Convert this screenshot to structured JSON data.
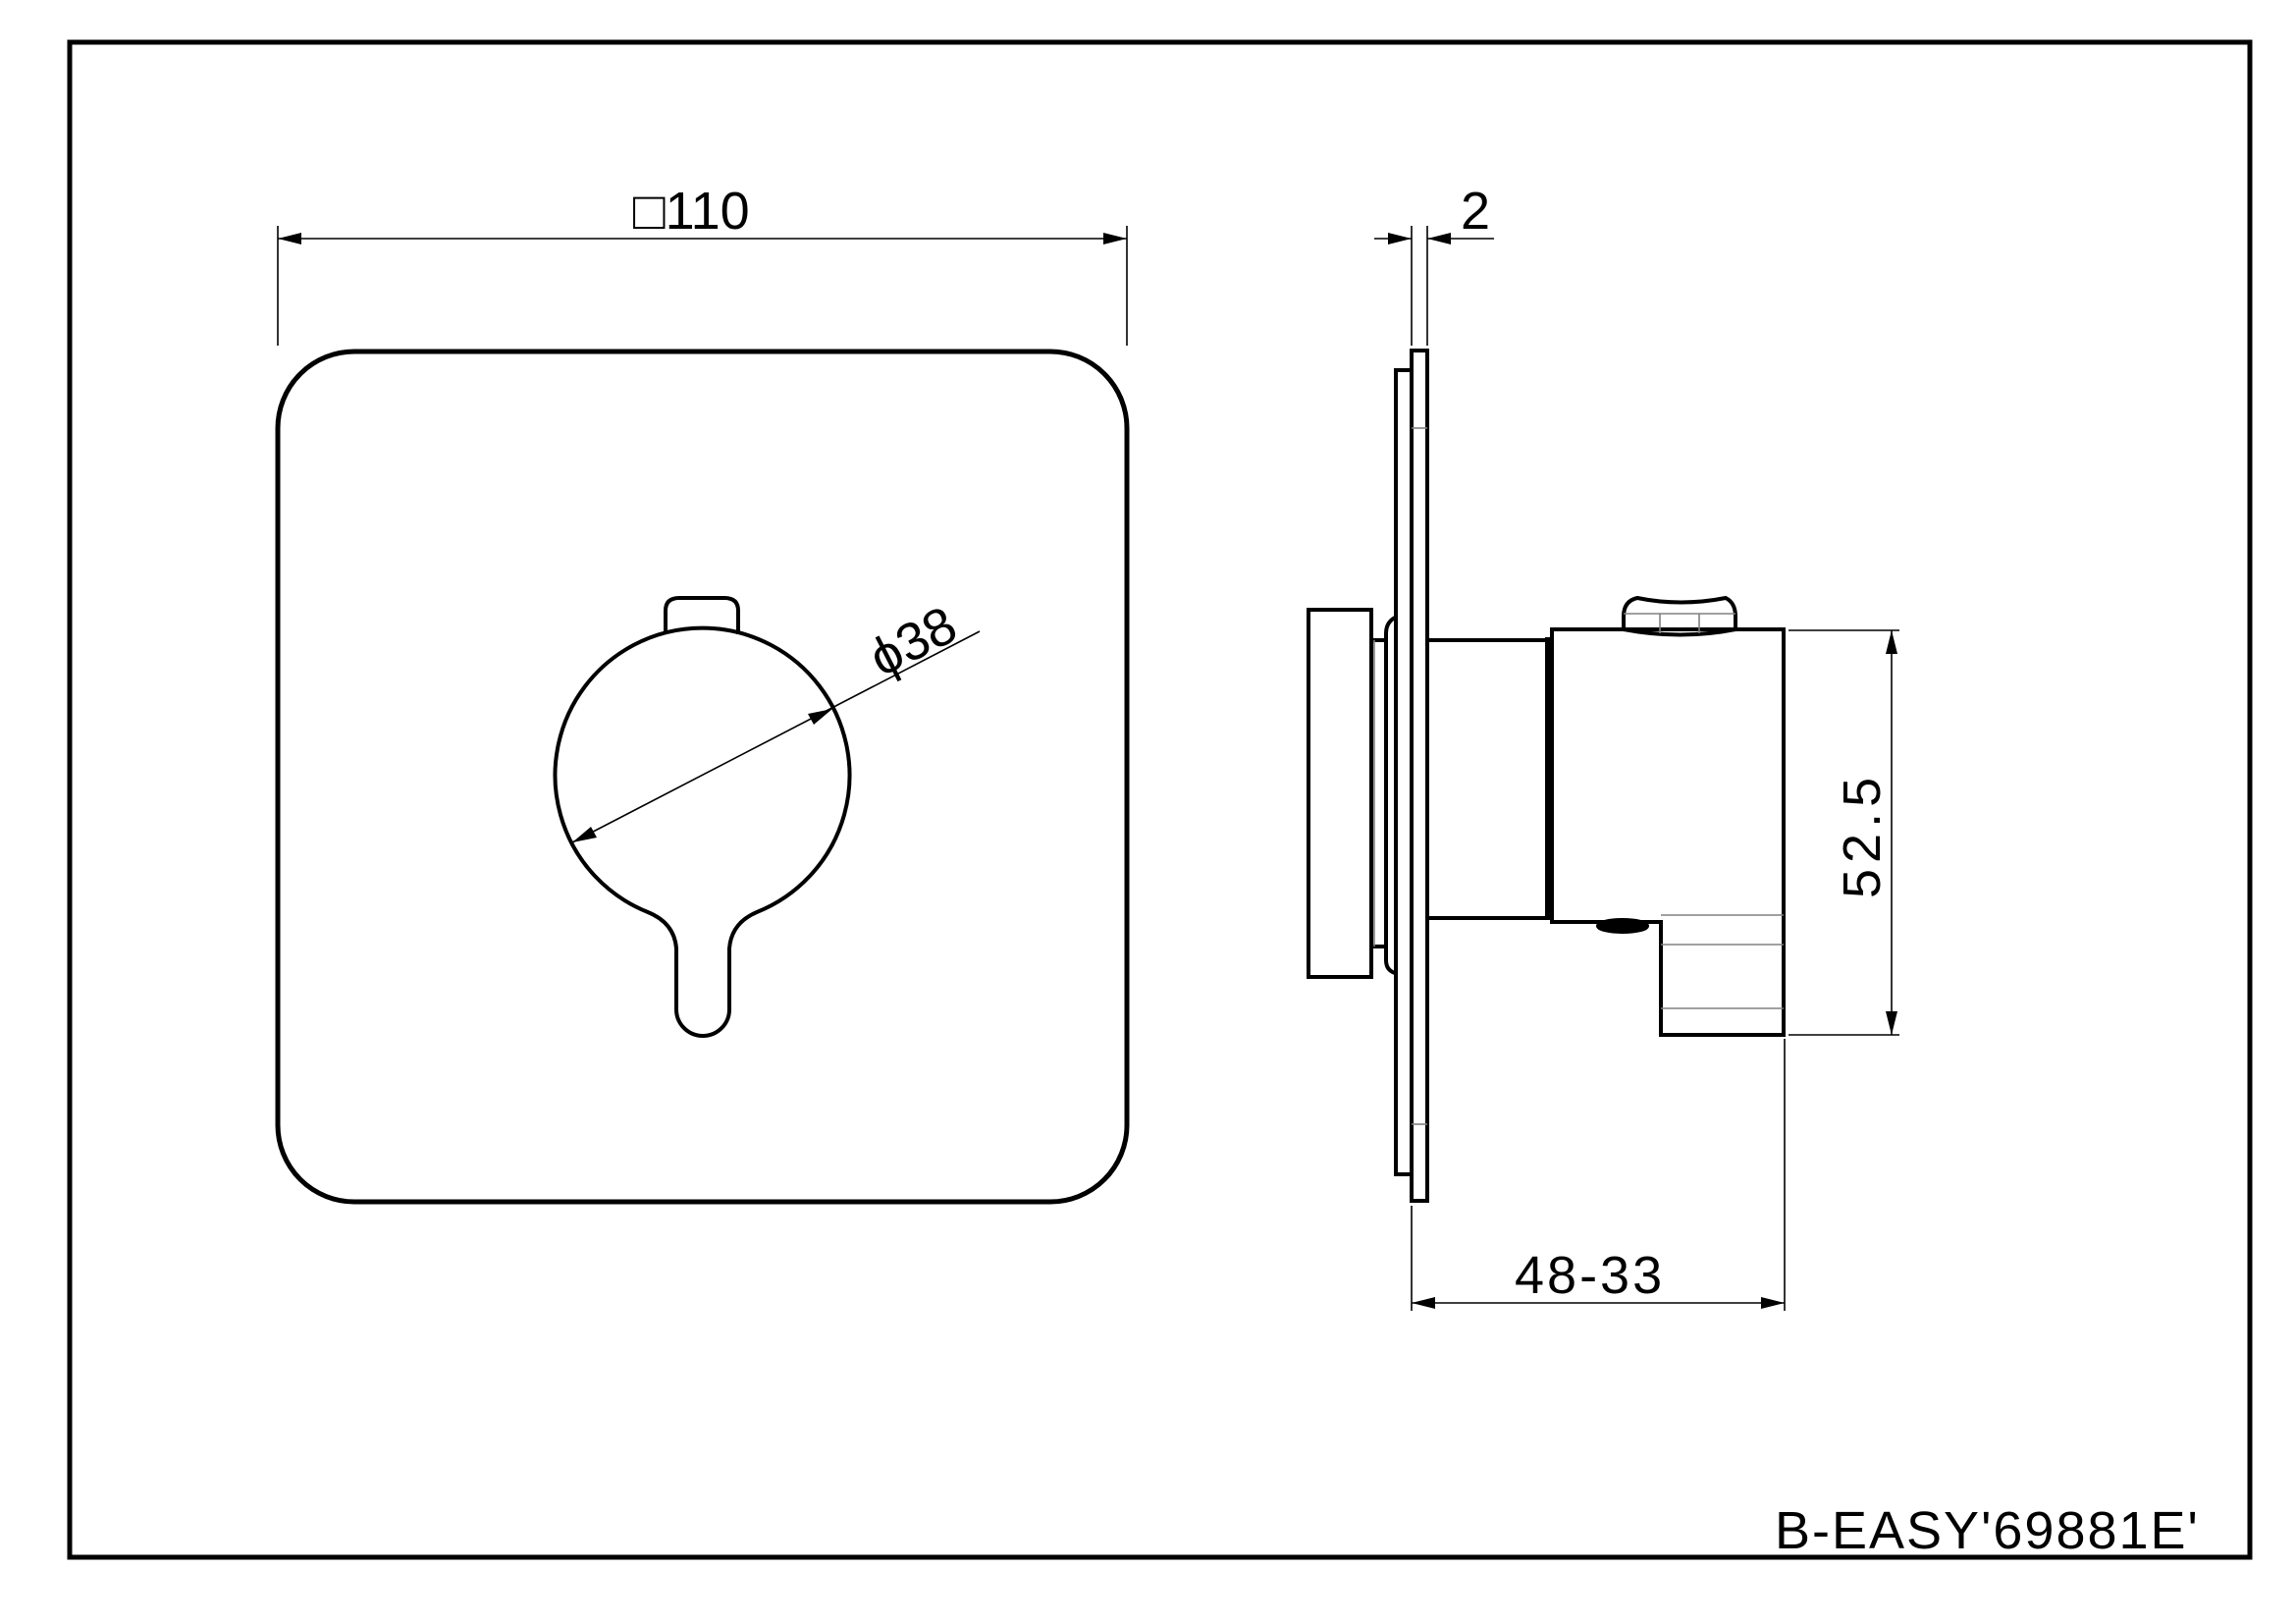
{
  "drawing": {
    "title_block": "B-EASY'69881E'",
    "front_view": {
      "width_dimension": "□110",
      "knob_diameter_dimension": "ϕ38"
    },
    "side_view": {
      "plate_thickness_dimension": "2",
      "projection_dimension": "48-33",
      "body_height_dimension": "52.5"
    }
  },
  "colors": {
    "line": "#000000",
    "hidden_line": "#808080",
    "background": "#ffffff"
  }
}
